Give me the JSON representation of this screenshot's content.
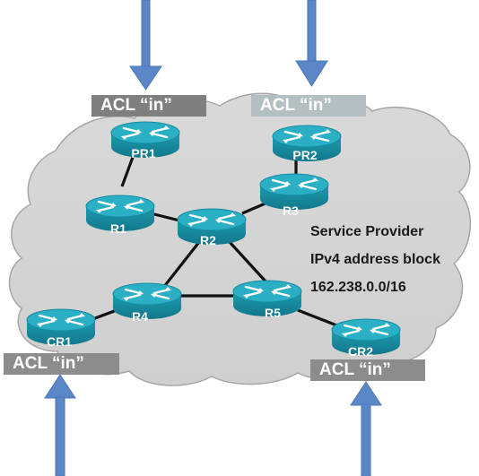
{
  "acl_labels": {
    "pr1": "ACL “in”",
    "pr2": "ACL “in”",
    "cr1": "ACL “in”",
    "cr2": "ACL “in”"
  },
  "provider": {
    "line1": "Service Provider",
    "line2": "IPv4 address block",
    "line3": "162.238.0.0/16"
  },
  "routers": {
    "pr1": "PR1",
    "pr2": "PR2",
    "r1": "R1",
    "r2": "R2",
    "r3": "R3",
    "r4": "R4",
    "r5": "R5",
    "cr1": "CR1",
    "cr2": "CR2"
  },
  "colors": {
    "cloud_fill": "#d3d3d3",
    "router_body": "#1c93a8",
    "router_top": "#2fb3c7",
    "arrow": "#5b87c6",
    "acl_dark": "#7f7f7f",
    "acl_light": "#b4bfc2"
  }
}
